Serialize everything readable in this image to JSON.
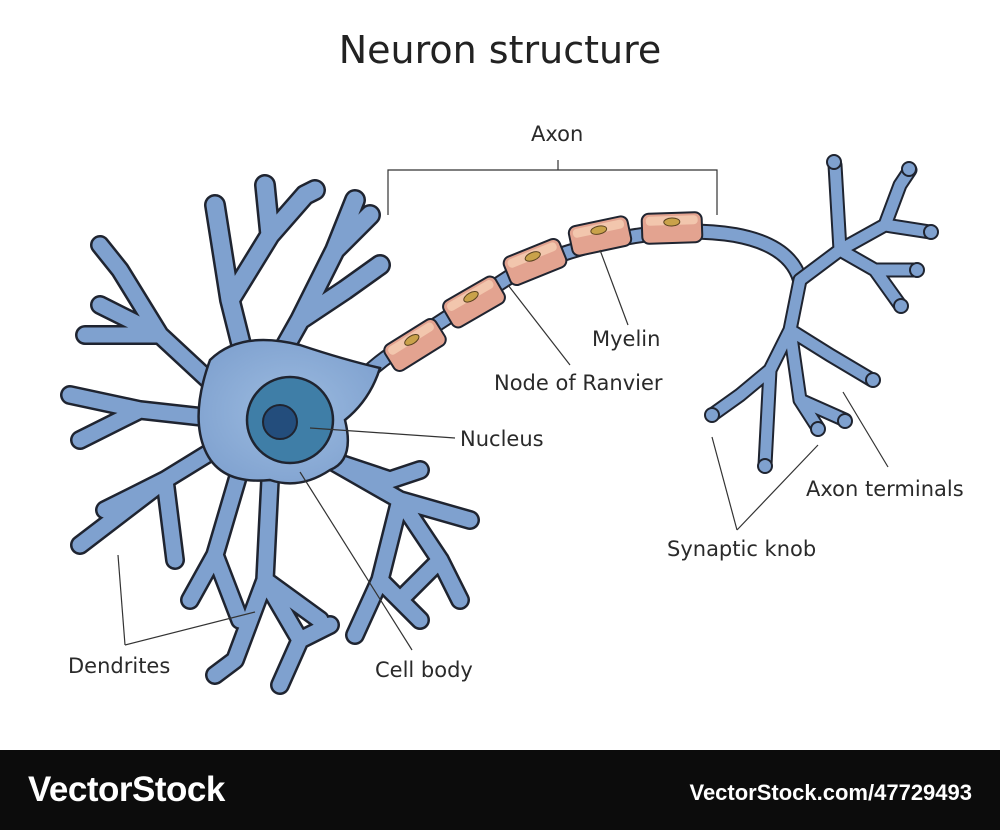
{
  "title": "Neuron structure",
  "labels": {
    "axon": "Axon",
    "myelin": "Myelin",
    "node_of_ranvier": "Node of Ranvier",
    "nucleus": "Nucleus",
    "axon_terminals": "Axon terminals",
    "synaptic_knob": "Synaptic knob",
    "dendrites": "Dendrites",
    "cell_body": "Cell body"
  },
  "footer": {
    "brand": "VectorStock",
    "credit": "VectorStock.com/47729493"
  },
  "colors": {
    "neuron_fill": "#7fa1cf",
    "neuron_outline": "#1f2430",
    "nucleus_fill": "#3f7ea7",
    "nucleolus_fill": "#234d7c",
    "myelin_fill": "#e3a390",
    "myelin_highlight": "#f2c6ad",
    "myelin_nucleus": "#c9a24a",
    "footer_bg": "#0c0c0c"
  }
}
